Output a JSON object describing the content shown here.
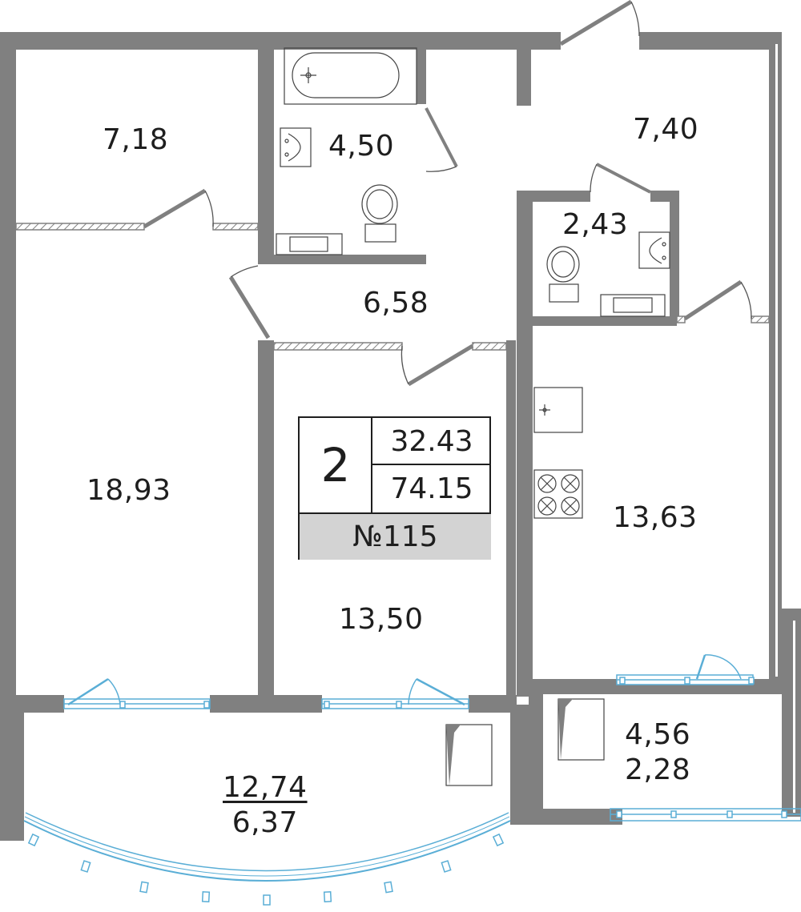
{
  "rooms": {
    "room_top_left": "7,18",
    "bathroom": "4,50",
    "hall": "7,40",
    "toilet": "2,43",
    "corridor": "6,58",
    "bedroom_large": "18,93",
    "bedroom": "13,50",
    "kitchen": "13,63",
    "balcony_small_full": "4,56",
    "balcony_small_half": "2,28",
    "loggia_full": "12,74",
    "loggia_half": "6,37"
  },
  "info": {
    "room_count": "2",
    "living_area": "32.43",
    "total_area": "74.15",
    "apartment_number": "№115"
  },
  "colors": {
    "wall": "#808080",
    "wall_dark": "#6e6e6e",
    "window": "#5aaed6",
    "hatch": "#808080",
    "fixture": "#444444",
    "info_band": "#d3d3d3"
  },
  "icons": [
    "bathtub-icon",
    "sink-icon",
    "toilet-icon",
    "stove-icon",
    "shower-tray-icon",
    "washing-machine-icon",
    "window-icon",
    "door-icon"
  ]
}
